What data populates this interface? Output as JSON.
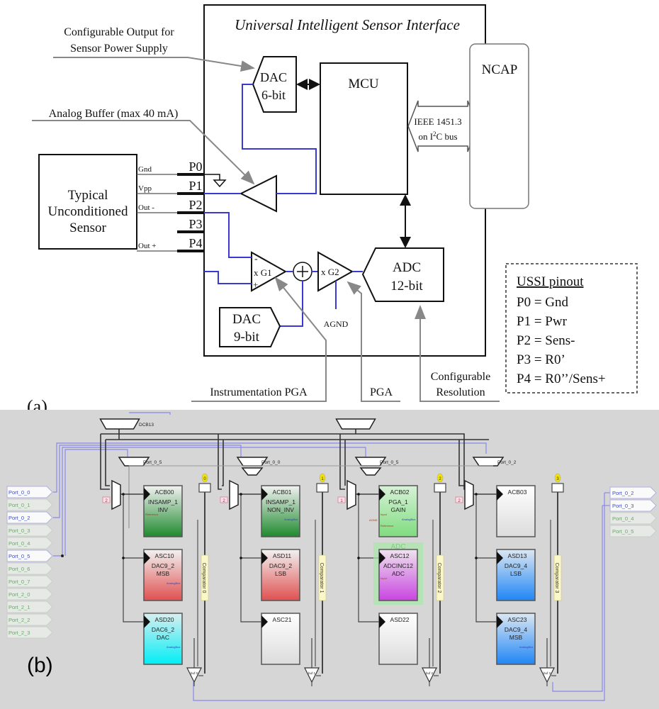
{
  "panel_a": {
    "label": "(a)",
    "usi_title": "Universal Intelligent Sensor Interface",
    "annotations": {
      "config_output_line1": "Configurable Output for",
      "config_output_line2": "Sensor Power Supply",
      "analog_buffer": "Analog Buffer (max 40 mA)",
      "instrumentation_pga": "Instrumentation PGA",
      "pga": "PGA",
      "config_res_line1": "Configurable",
      "config_res_line2": "Resolution"
    },
    "sensor": {
      "line1": "Typical",
      "line2": "Unconditioned",
      "line3": "Sensor"
    },
    "sensor_signals": [
      "Gnd",
      "Vpp",
      "Out -",
      "",
      "Out +"
    ],
    "pins": [
      "P0",
      "P1",
      "P2",
      "P3",
      "P4"
    ],
    "dac6": {
      "line1": "DAC",
      "line2": "6-bit"
    },
    "dac9": {
      "line1": "DAC",
      "line2": "9-bit"
    },
    "adc": {
      "line1": "ADC",
      "line2": "12-bit"
    },
    "mcu": "MCU",
    "ncap": "NCAP",
    "bus": {
      "line1": "IEEE 1451.3",
      "line2_pre": "on I",
      "line2_sup": "2",
      "line2_post": "C bus"
    },
    "g1": "x G1",
    "g2": "x G2",
    "minus": "-",
    "plus": "+",
    "agnd": "AGND",
    "pinout": {
      "title": "USSI pinout",
      "rows": [
        "P0 = Gnd",
        "P1 = Pwr",
        "P2 = Sens-",
        "P3 = R0’",
        "P4 = R0’’/Sens+"
      ]
    },
    "colors": {
      "signal_wire": "#3a3ad0",
      "annotation": "#888888",
      "line": "#111111"
    }
  },
  "panel_b": {
    "label": "(b)",
    "left_ports": [
      {
        "name": "Port_0_0",
        "active": true
      },
      {
        "name": "Port_0_1",
        "active": false
      },
      {
        "name": "Port_0_2",
        "active": true
      },
      {
        "name": "Port_0_3",
        "active": false
      },
      {
        "name": "Port_0_4",
        "active": false
      },
      {
        "name": "Port_0_5",
        "active": true
      },
      {
        "name": "Port_0_6",
        "active": false
      },
      {
        "name": "Port_0_7",
        "active": false
      },
      {
        "name": "Port_2_0",
        "active": false
      },
      {
        "name": "Port_2_1",
        "active": false
      },
      {
        "name": "Port_2_2",
        "active": false
      },
      {
        "name": "Port_2_3",
        "active": false
      }
    ],
    "right_ports": [
      {
        "name": "Port_0_2",
        "active": true
      },
      {
        "name": "Port_0_3",
        "active": true
      },
      {
        "name": "Port_0_4",
        "active": false
      },
      {
        "name": "Port_0_5",
        "active": false
      }
    ],
    "mux_labels": {
      "dcb": "DCB13",
      "m0": "Port_0_5",
      "m1": "Port_0_0",
      "m2": "Port_0_5",
      "m3": "Port_0_2"
    },
    "mux_select": [
      "2",
      "2",
      "1",
      "2"
    ],
    "comparator_pins": [
      "0",
      "1",
      "2",
      "3"
    ],
    "comparators": [
      "Comparator 0",
      "Comparator 1",
      "Comparator 2",
      "Comparator 3"
    ],
    "buffers": [
      "buf 0",
      "buf 1",
      "buf 2",
      "buf 3"
    ],
    "adc_group_label": "ADC",
    "blocks": [
      [
        {
          "id": "ACB00",
          "name": "INSAMP_1",
          "mode": "INV",
          "color": "green",
          "pins": [
            "Reference"
          ]
        },
        {
          "id": "ASC10",
          "name": "DAC9_2",
          "mode": "MSB",
          "color": "red",
          "pins": [
            "AnalogBus"
          ]
        },
        {
          "id": "ASD20",
          "name": "DAC6_2",
          "mode": "DAC",
          "color": "cyan",
          "pins": [
            "AnalogBus"
          ]
        }
      ],
      [
        {
          "id": "ACB01",
          "name": "INSAMP_1",
          "mode": "NON_INV",
          "color": "green",
          "pins": [
            "AnalogBus"
          ]
        },
        {
          "id": "ASD11",
          "name": "DAC9_2",
          "mode": "LSB",
          "color": "red",
          "pins": []
        },
        {
          "id": "ASC21",
          "name": "",
          "mode": "",
          "color": "white",
          "pins": []
        }
      ],
      [
        {
          "id": "ACB02",
          "name": "PGA_1",
          "mode": "GAIN",
          "color": "lightgreen",
          "pins": [
            "Input",
            "AGND",
            "Reference",
            "AnalogBus"
          ]
        },
        {
          "id": "ASC12",
          "name": "ADCINC12",
          "mode": "ADC",
          "color": "purple",
          "pins": [
            "Input"
          ]
        },
        {
          "id": "ASD22",
          "name": "",
          "mode": "",
          "color": "white",
          "pins": []
        }
      ],
      [
        {
          "id": "ACB03",
          "name": "",
          "mode": "",
          "color": "white",
          "pins": []
        },
        {
          "id": "ASD13",
          "name": "DAC9_4",
          "mode": "LSB",
          "color": "blue",
          "pins": []
        },
        {
          "id": "ASC23",
          "name": "DAC9_4",
          "mode": "MSB",
          "color": "blue",
          "pins": [
            "AnalogBus"
          ]
        }
      ]
    ],
    "colors": {
      "background": "#d6d6d6",
      "bus_wire": "#8888ee",
      "active_port_text": "#3a4fc8",
      "inactive_port_text": "#6aa86a",
      "pin_badge": "#f2e200"
    }
  }
}
